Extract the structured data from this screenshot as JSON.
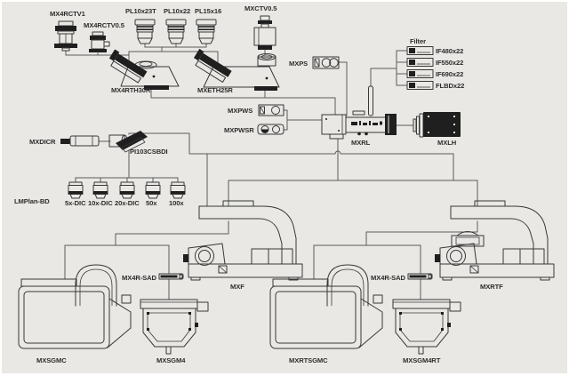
{
  "colors": {
    "background": "#e9e8e5",
    "line_art": "#383838",
    "connector": "#5b5b5b",
    "dark_fill": "#1f1f1f",
    "text": "#2d2d2d"
  },
  "diagram": {
    "camera_adapters": {
      "mx4rctv1": "MX4RCTV1",
      "mx4rctv0_5": "MX4RCTV0.5"
    },
    "eyepieces": {
      "pl10x23t": "PL10x23T",
      "pl10x22": "PL10x22",
      "pl15x16": "PL15x16"
    },
    "tv_adapter": {
      "mxctv0_5": "MXCTV0.5"
    },
    "heads": {
      "mx4rth30r": "MX4RTH30R",
      "mxeth25r": "MXETH25R"
    },
    "polarizer": {
      "mxps": "MXPS"
    },
    "filters": {
      "header": "Filter",
      "items": [
        "IF480x22",
        "IF550x22",
        "IF690x22",
        "FLBDx22"
      ]
    },
    "wave_plates": {
      "mxpws": "MXPWS",
      "mxpwsr": "MXPWSR"
    },
    "illuminator": {
      "mxrl": "MXRL",
      "mxlh": "MXLH"
    },
    "dic": {
      "mxdicr": "MXDICR",
      "nosepiece": "PI103CSBDI"
    },
    "objectives": {
      "series": "LMPlan-BD",
      "items": [
        "5x-DIC",
        "10x-DIC",
        "20x-DIC",
        "50x",
        "100x"
      ]
    },
    "frames": {
      "mxf": "MXF",
      "mxrtf": "MXRTF"
    },
    "stage_adapters": {
      "left": "MX4R-SAD",
      "right": "MX4R-SAD"
    },
    "stages": {
      "mxsgmc": "MXSGMC",
      "mxsgm4": "MXSGM4",
      "mxrtsgmc": "MXRTSGMC",
      "mxsgm4rt": "MXSGM4RT"
    }
  }
}
